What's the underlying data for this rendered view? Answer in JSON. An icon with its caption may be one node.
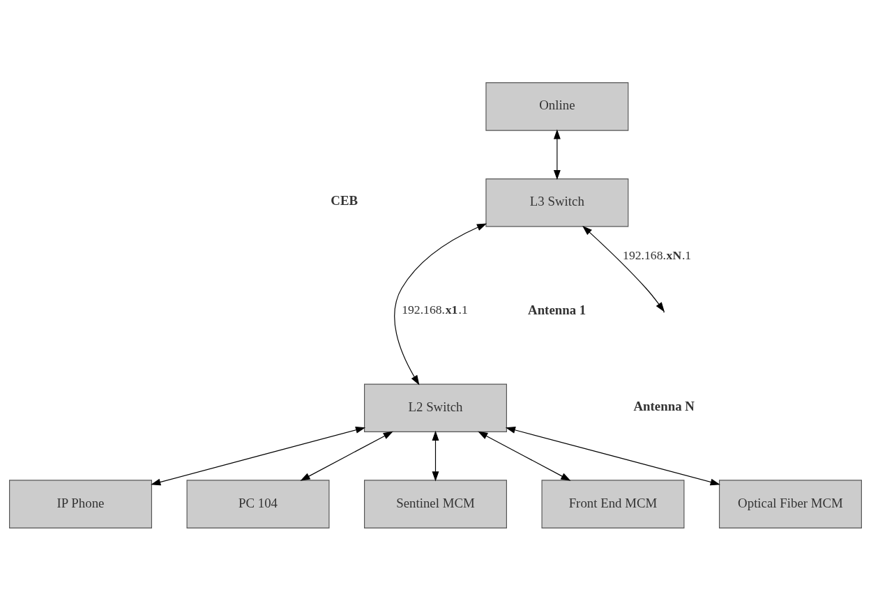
{
  "diagram": {
    "nodes": [
      {
        "text": [
          "Online"
        ]
      },
      {
        "text": [
          "L3 Switch"
        ]
      },
      {
        "text": [
          "L2 Switch"
        ]
      },
      {
        "text": [
          "IP Phone"
        ]
      },
      {
        "text": [
          "PC 104"
        ]
      },
      {
        "text": [
          "Sentinel MCM"
        ]
      },
      {
        "text": [
          "Front End MCM"
        ]
      },
      {
        "text": [
          "Optical Fiber MCM"
        ]
      }
    ],
    "edges": [
      {
        "from": 0,
        "to": 1,
        "arrow": "both"
      },
      {
        "from": 1,
        "to": 2,
        "arrow": "both",
        "label": "192.168.**x1**.1"
      },
      {
        "from": 1,
        "to": null,
        "arrow": "both",
        "label": "192.168.**xN**.1"
      },
      {
        "from": 2,
        "to": 3,
        "arrow": "both"
      },
      {
        "from": 2,
        "to": 4,
        "arrow": "both"
      },
      {
        "from": 2,
        "to": 5,
        "arrow": "both"
      },
      {
        "from": 2,
        "to": 6,
        "arrow": "both"
      },
      {
        "from": 2,
        "to": 7,
        "arrow": "both"
      }
    ],
    "labels": [
      "CEB",
      "Antenna 1",
      "Antenna N"
    ]
  }
}
